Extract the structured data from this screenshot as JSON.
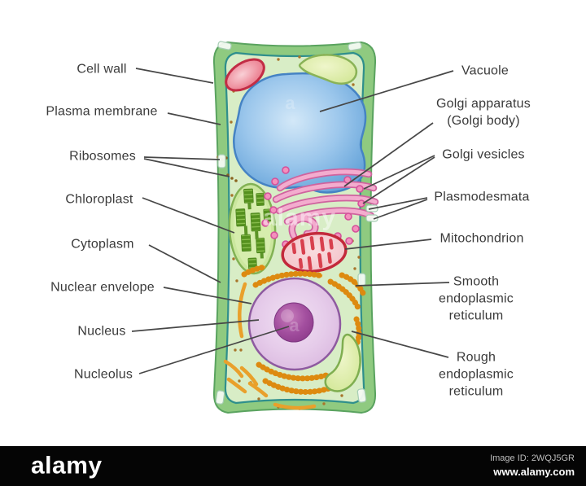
{
  "labels": {
    "left": [
      {
        "id": "cell-wall",
        "text": "Cell wall"
      },
      {
        "id": "plasma-membrane",
        "text": "Plasma membrane"
      },
      {
        "id": "ribosomes",
        "text": "Ribosomes"
      },
      {
        "id": "chloroplast",
        "text": "Chloroplast"
      },
      {
        "id": "cytoplasm",
        "text": "Cytoplasm"
      },
      {
        "id": "nuclear-envelope",
        "text": "Nuclear envelope"
      },
      {
        "id": "nucleus",
        "text": "Nucleus"
      },
      {
        "id": "nucleolus",
        "text": "Nucleolus"
      }
    ],
    "right": [
      {
        "id": "vacuole",
        "text": "Vacuole"
      },
      {
        "id": "golgi-apparatus",
        "text": "Golgi apparatus\n(Golgi body)"
      },
      {
        "id": "golgi-vesicles",
        "text": "Golgi vesicles"
      },
      {
        "id": "plasmodesmata",
        "text": "Plasmodesmata"
      },
      {
        "id": "mitochondrion",
        "text": "Mitochondrion"
      },
      {
        "id": "smooth-er",
        "text": "Smooth\nendoplasmic\nreticulum"
      },
      {
        "id": "rough-er",
        "text": "Rough\nendoplasmic\nreticulum"
      }
    ]
  },
  "watermark": {
    "main": "alamy",
    "mini": "a"
  },
  "footer": {
    "logo": "alamy",
    "image_id": "Image ID: 2WQJ5GR",
    "url": "www.alamy.com"
  },
  "colors": {
    "cell_wall": "#8FCA80",
    "cell_wall_edge": "#5AA35F",
    "cytoplasm": "#D8EDC6",
    "plasma_membrane": "#2F8F8C",
    "vacuole": "#68A5DA",
    "nucleus": "#E6CCEA",
    "nucleolus": "#8C3A8A",
    "chloroplast": "#CBE79E",
    "grana": "#55911E",
    "golgi": "#F3ACCE",
    "golgi_outline": "#CF639E",
    "mitochondrion": "#C3293B",
    "er_orange": "#E9A02B",
    "label_text": "#3A3A3A",
    "leader_line": "#474747",
    "footer_bg": "#050505"
  }
}
